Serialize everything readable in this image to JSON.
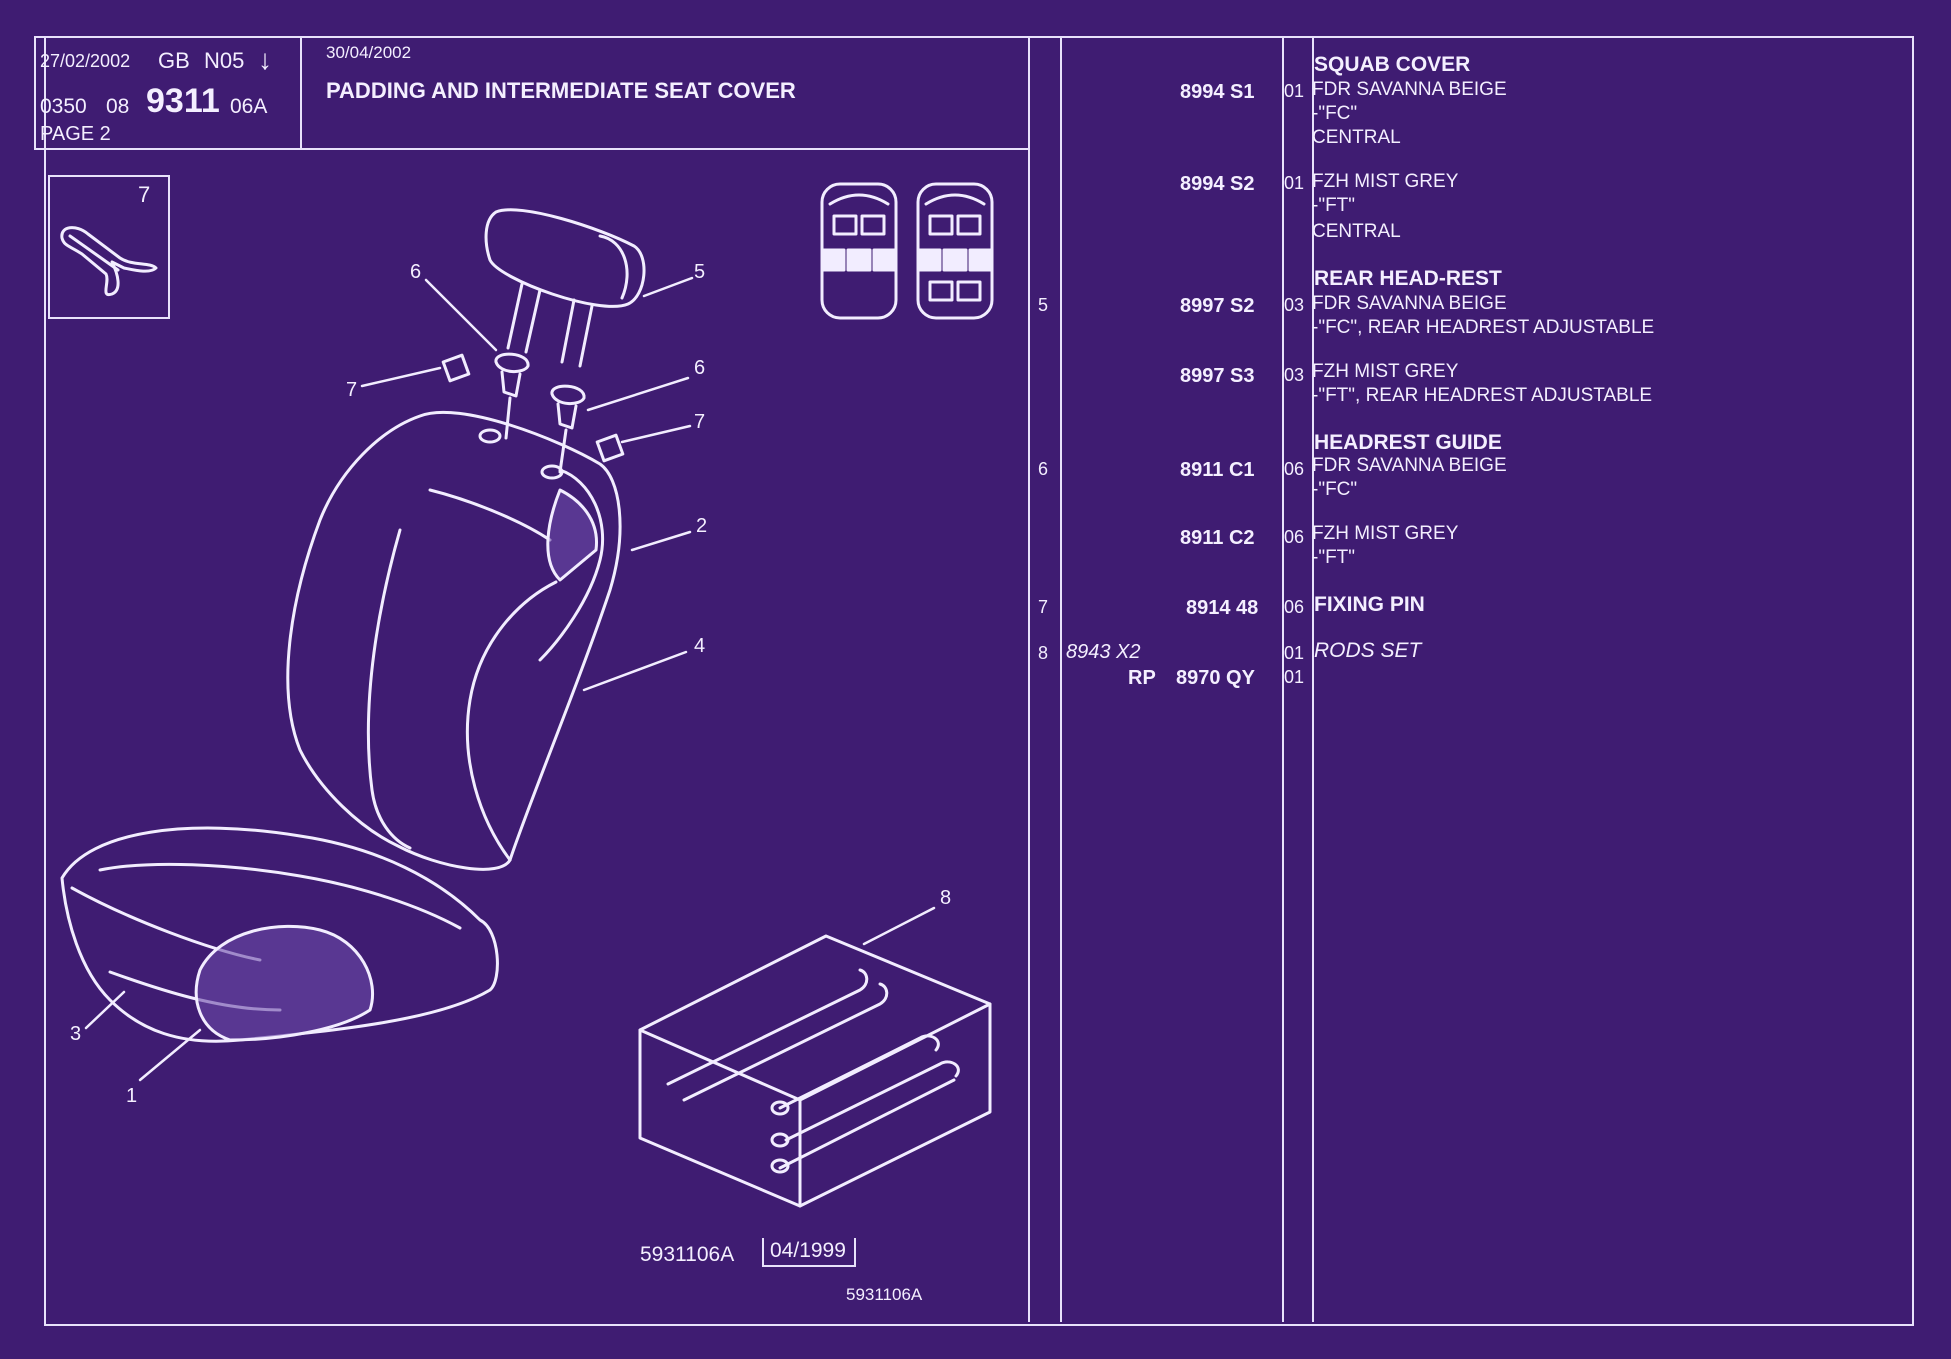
{
  "header": {
    "date": "27/02/2002",
    "lang": "GB",
    "code": "N05",
    "arrow": "↓",
    "ref_a": "0350",
    "ref_b": "08",
    "ref_main": "9311",
    "ref_suffix": "06A",
    "page": "PAGE 2",
    "date2": "30/04/2002",
    "title": "PADDING AND INTERMEDIATE SEAT COVER"
  },
  "inset_label": "7",
  "callouts": [
    "6",
    "5",
    "7",
    "6",
    "7",
    "2",
    "4",
    "3",
    "1",
    "8"
  ],
  "drawing_ref": "5931106A",
  "drawing_date": "04/1999",
  "drawing_ref2": "5931106A",
  "parts": [
    {
      "heading": "SQUAB COVER"
    },
    {
      "num": "",
      "ref": "8994 S1",
      "qty": "01",
      "desc": [
        "FDR SAVANNA BEIGE",
        "-\"FC\"",
        "CENTRAL"
      ]
    },
    {
      "num": "",
      "ref": "8994 S2",
      "qty": "01",
      "desc": [
        "FZH MIST GREY",
        "-\"FT\"",
        "CENTRAL"
      ]
    },
    {
      "heading": "REAR HEAD-REST"
    },
    {
      "num": "5",
      "ref": "8997 S2",
      "qty": "03",
      "desc": [
        "FDR SAVANNA BEIGE",
        "-\"FC\", REAR HEADREST ADJUSTABLE"
      ]
    },
    {
      "num": "",
      "ref": "8997 S3",
      "qty": "03",
      "desc": [
        "FZH MIST GREY",
        "-\"FT\", REAR HEADREST ADJUSTABLE"
      ]
    },
    {
      "heading": "HEADREST GUIDE"
    },
    {
      "num": "6",
      "ref": "8911 C1",
      "qty": "06",
      "desc": [
        "FDR SAVANNA BEIGE",
        "-\"FC\""
      ]
    },
    {
      "num": "",
      "ref": "8911 C2",
      "qty": "06",
      "desc": [
        "FZH MIST GREY",
        "-\"FT\""
      ]
    },
    {
      "num": "7",
      "ref": "8914 48",
      "qty": "06",
      "desc": [
        "FIXING PIN"
      ],
      "bold": true
    },
    {
      "num": "8",
      "alt": "8943 X2",
      "ref": "",
      "qty": "01",
      "desc": [
        "RODS SET"
      ],
      "italic": true
    },
    {
      "num": "",
      "prefix": "RP",
      "ref": "8970 QY",
      "qty": "01",
      "desc": []
    }
  ],
  "colors": {
    "background": "#3f1c72",
    "line": "#e8e2fb",
    "text": "#f4efff"
  }
}
